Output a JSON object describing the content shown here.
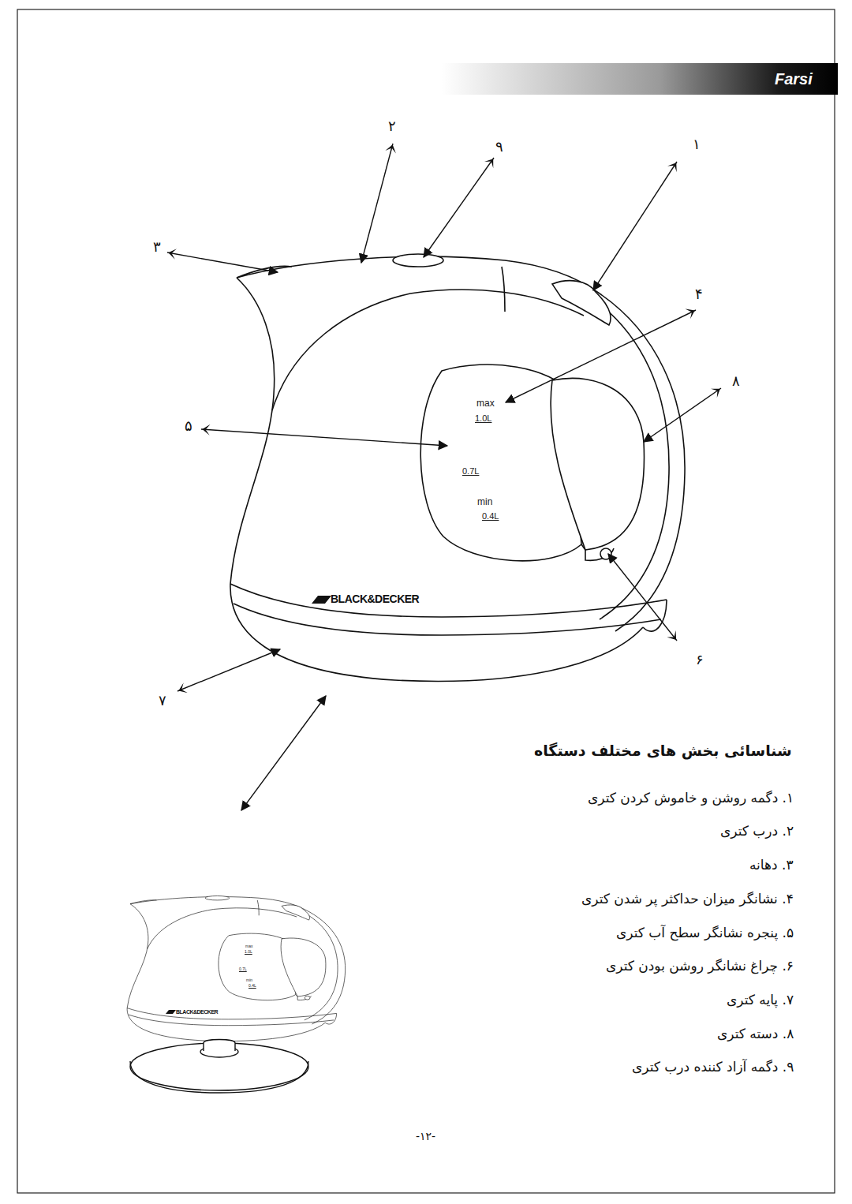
{
  "diagram": {
    "title": "شناسائی بخش های مختلف دستگاه",
    "labels": [
      "Farsi",
      "۲",
      "۹",
      "۱",
      "۳",
      "۴",
      "۸",
      "۵",
      "۶",
      "۷",
      "max",
      "1.0L",
      "0.7L",
      "min",
      "0.4L",
      "BLACK&DECKER",
      "max",
      "1.0L",
      "0.7L",
      "min",
      "0.4L",
      "BLACK&DECKER",
      "۱. دگمه روشن و خاموش کردن کتری",
      "۲. درب کتری",
      "۳. دهانه",
      "۴. نشانگر میزان حداکثر پر شدن کتری",
      "۵. پنجره نشانگر سطح آب کتری",
      "۶. چراغ نشانگر روشن بودن کتری",
      "۷. پایه کتری",
      "۸. دسته کتری",
      "۹. دگمه آزاد کننده درب کتری",
      "-۱۲-"
    ]
  }
}
